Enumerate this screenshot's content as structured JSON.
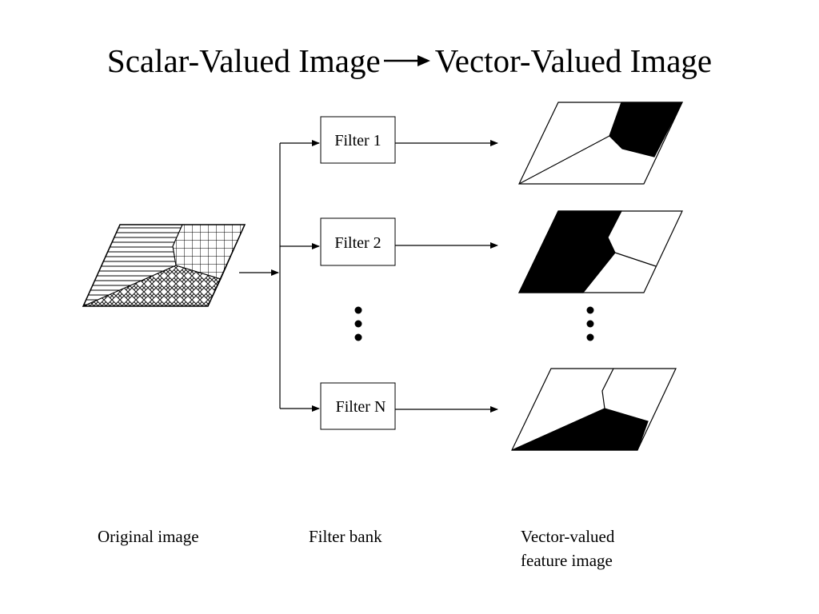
{
  "title": {
    "left": "Scalar-Valued Image",
    "right": "Vector-Valued Image"
  },
  "filters": [
    "Filter 1",
    "Filter 2",
    "Filter N"
  ],
  "captions": {
    "original": "Original image",
    "filter_bank": "Filter bank",
    "feature_line1": "Vector-valued",
    "feature_line2": "feature image"
  }
}
